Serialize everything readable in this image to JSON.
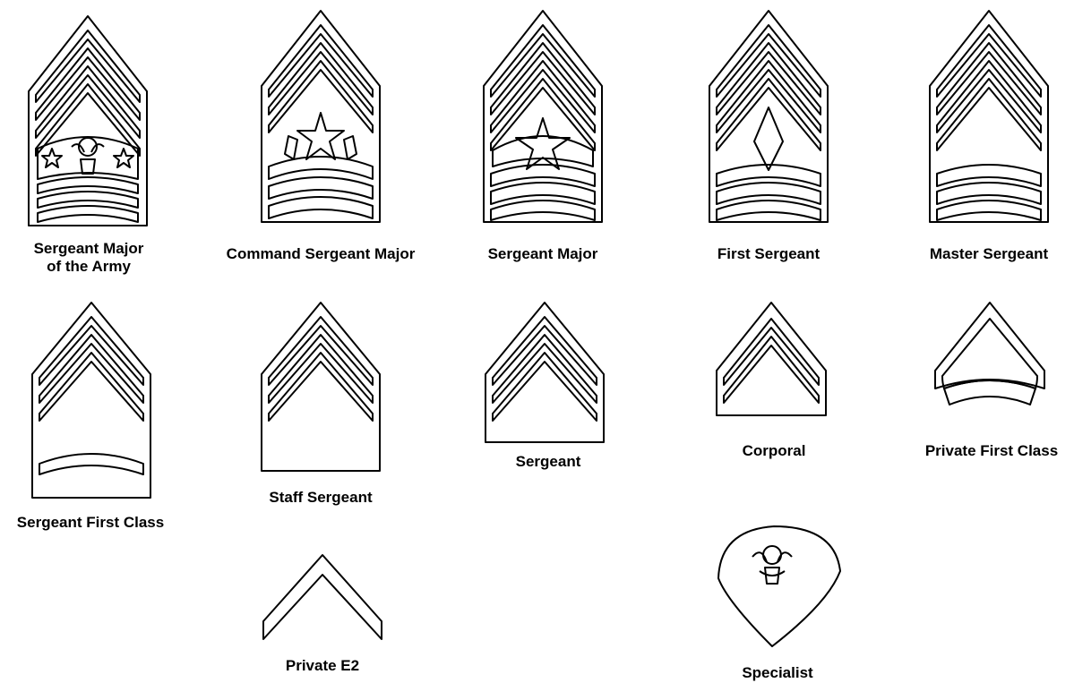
{
  "ranks": [
    {
      "id": "sma",
      "label": "Sergeant Major",
      "label2": "of the Army"
    },
    {
      "id": "csm",
      "label": "Command Sergeant Major"
    },
    {
      "id": "sgm",
      "label": "Sergeant Major"
    },
    {
      "id": "1sg",
      "label": "First Sergeant"
    },
    {
      "id": "msg",
      "label": "Master Sergeant"
    },
    {
      "id": "sfc",
      "label": "Sergeant First Class"
    },
    {
      "id": "ssg",
      "label": "Staff Sergeant"
    },
    {
      "id": "sgt",
      "label": "Sergeant"
    },
    {
      "id": "cpl",
      "label": "Corporal"
    },
    {
      "id": "pfc",
      "label": "Private First Class"
    },
    {
      "id": "pv2",
      "label": "Private E2"
    },
    {
      "id": "spc",
      "label": "Specialist"
    }
  ]
}
